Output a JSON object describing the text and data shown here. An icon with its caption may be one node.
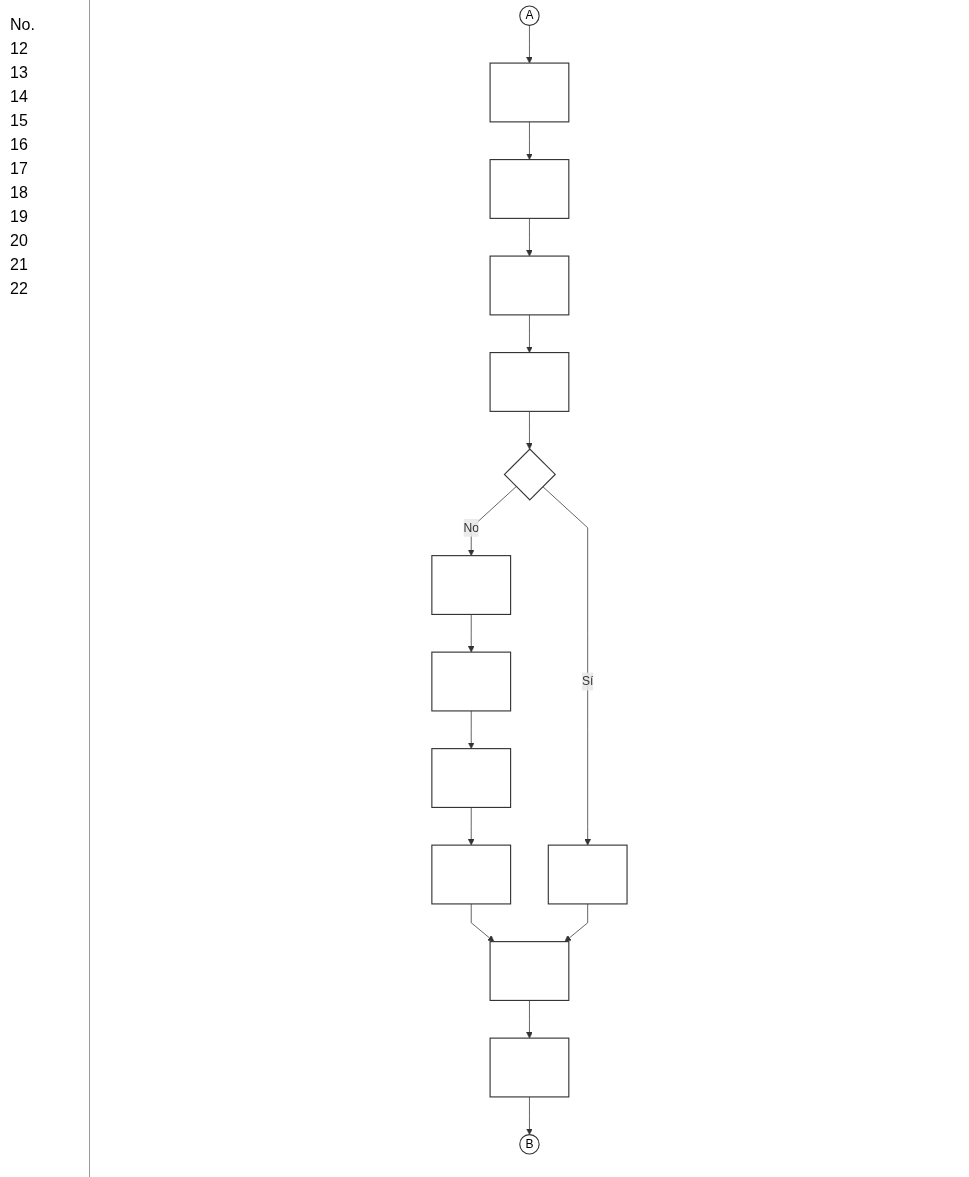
{
  "diagram": {
    "nodes": [
      {
        "text": [
          "A"
        ]
      },
      {
        "text": [],
        "shape": "box"
      },
      {
        "text": [],
        "shape": "box"
      },
      {
        "text": [],
        "shape": "box"
      },
      {
        "text": [],
        "shape": "box"
      },
      {
        "text": [],
        "shape": "diamond"
      },
      {
        "text": [],
        "shape": "box"
      },
      {
        "text": [],
        "shape": "box"
      },
      {
        "text": [],
        "shape": "box"
      },
      {
        "text": [],
        "shape": "box"
      },
      {
        "text": [],
        "shape": "box"
      },
      {
        "text": [],
        "shape": "box"
      },
      {
        "text": [],
        "shape": "box"
      },
      {
        "text": [
          "B"
        ]
      }
    ],
    "edges": [
      {
        "from": 0,
        "to": 1,
        "arrow": "to"
      },
      {
        "from": 1,
        "to": 2,
        "arrow": "to"
      },
      {
        "from": 2,
        "to": 3,
        "arrow": "to"
      },
      {
        "from": 3,
        "to": 4,
        "arrow": "to"
      },
      {
        "from": 4,
        "to": 5,
        "arrow": "to"
      },
      {
        "from": 5,
        "to": 6,
        "label": "No",
        "arrow": "to"
      },
      {
        "from": 6,
        "to": 7,
        "arrow": "to"
      },
      {
        "from": 7,
        "to": 8,
        "arrow": "to"
      },
      {
        "from": 8,
        "to": 9,
        "arrow": "to"
      },
      {
        "from": 5,
        "to": 10,
        "label": "Sí",
        "arrow": "to"
      },
      {
        "from": 9,
        "to": 11,
        "arrow": "to"
      },
      {
        "from": 10,
        "to": 11,
        "arrow": "to"
      },
      {
        "from": 11,
        "to": 12,
        "arrow": "to"
      },
      {
        "from": 12,
        "to": 13,
        "arrow": "to"
      }
    ],
    "labels": [
      "No.",
      "12",
      "13",
      "14",
      "15",
      "16",
      "17",
      "18",
      "19",
      "20",
      "21",
      "22"
    ]
  }
}
